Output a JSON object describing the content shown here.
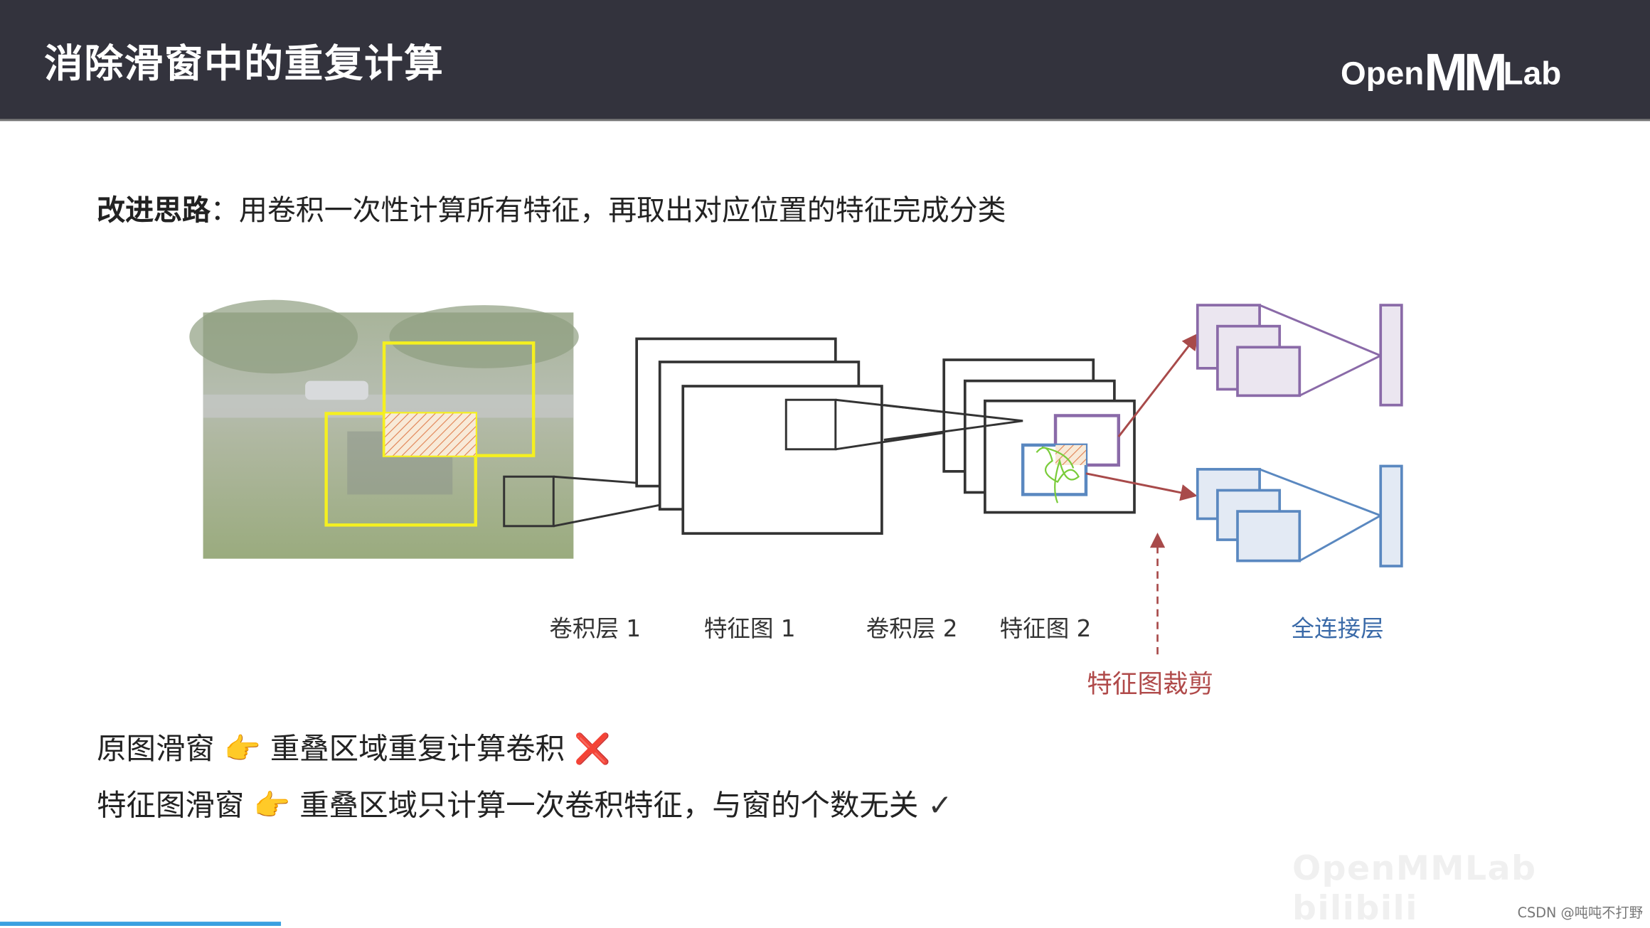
{
  "header": {
    "title": "消除滑窗中的重复计算",
    "logo": {
      "prefix": "Open",
      "mm": "MM",
      "suffix": "Lab"
    }
  },
  "idea": {
    "label": "改进思路",
    "text": "：用卷积一次性计算所有特征，再取出对应位置的特征完成分类"
  },
  "diagram": {
    "labels": {
      "conv1": "卷积层 1",
      "feat1": "特征图 1",
      "conv2": "卷积层 2",
      "feat2": "特征图 2",
      "fc": "全连接层",
      "crop": "特征图裁剪"
    },
    "colors": {
      "yellow_box": "#f5f020",
      "purple": "#8a6aa8",
      "blue": "#5a88c0",
      "red_arrow": "#a84a4a",
      "crop_label": "#b04a4a",
      "fc_label": "#3a6aa8"
    }
  },
  "lines": [
    {
      "left": "原图滑窗",
      "icon": "pointing-hand-icon",
      "right": "重叠区域重复计算卷积",
      "mark": "❌",
      "mark_icon": "cross-icon"
    },
    {
      "left": "特征图滑窗",
      "icon": "pointing-hand-icon",
      "right": "重叠区域只计算一次卷积特征，与窗的个数无关",
      "mark": "✓",
      "mark_icon": "check-icon"
    }
  ],
  "watermark": {
    "brand": "OpenMMLab bilibili",
    "csdn": "CSDN @吨吨不打野"
  },
  "playback_progress_percent": 17
}
